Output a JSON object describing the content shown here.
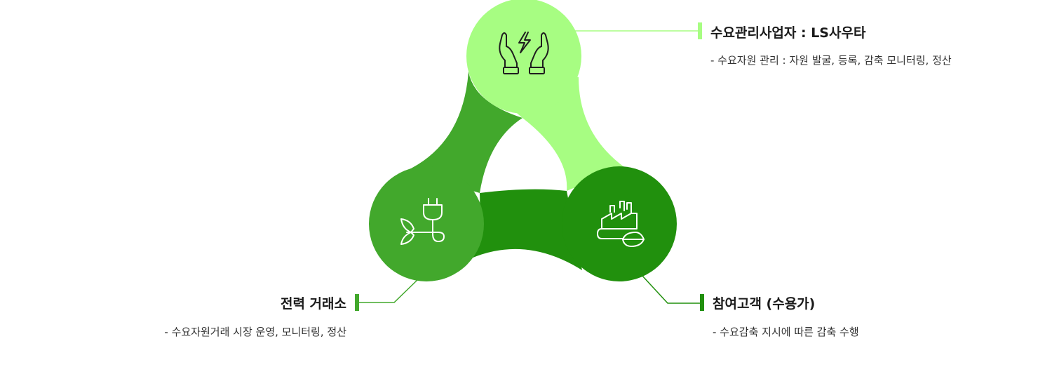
{
  "colors": {
    "light_green": "#a7fd82",
    "mid_green": "#42a82c",
    "dark_green": "#21900d",
    "line_light": "#a7fd82",
    "line_mid": "#42a82c",
    "line_dark": "#21900d",
    "icon_dark": "#1e1e1e",
    "icon_light": "#ffffff"
  },
  "nodes": {
    "top": {
      "title": "수요관리사업자 : LS사우타",
      "description": "- 수요자원 관리 : 자원 발굴, 등록, 감축 모니터링, 정산",
      "icon": "hands-lightning-icon"
    },
    "left": {
      "title": "전력 거래소",
      "description": "- 수요자원거래 시장 운영, 모니터링, 정산",
      "icon": "plug-leaf-icon"
    },
    "right": {
      "title": "참여고객 (수용가)",
      "description": "- 수요감축 지시에 따른 감축 수행",
      "icon": "factory-leaf-icon"
    }
  }
}
